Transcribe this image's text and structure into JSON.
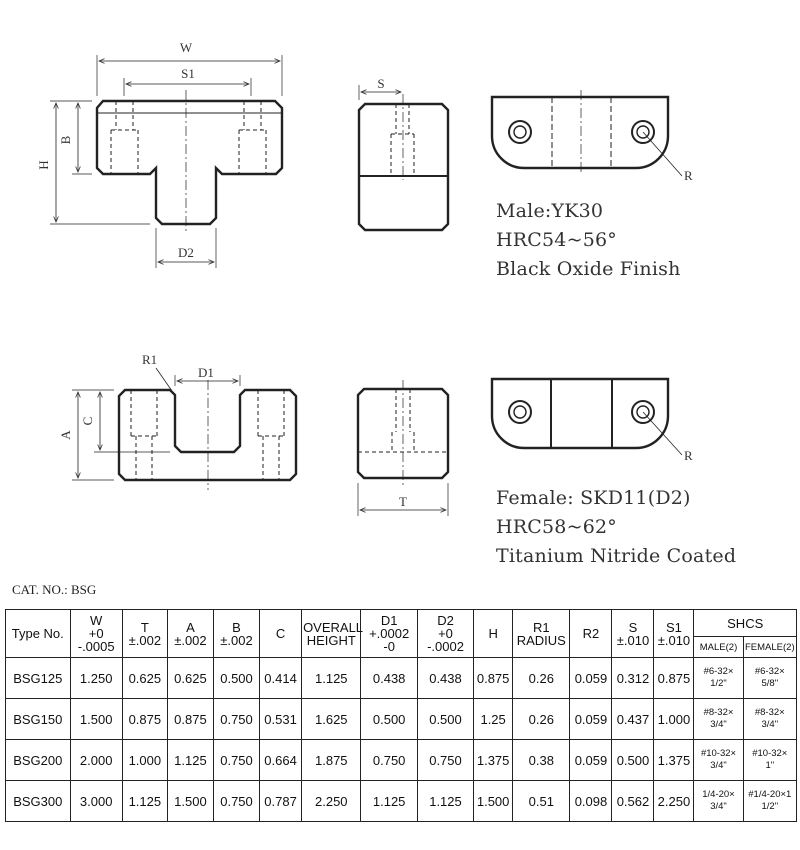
{
  "male": {
    "material": "Male:YK30",
    "hardness": "HRC54~56°",
    "finish": "Black Oxide Finish",
    "dims": {
      "w": "W",
      "s1": "S1",
      "b": "B",
      "h": "H",
      "d2": "D2",
      "s": "S",
      "r": "R"
    }
  },
  "female": {
    "material": "Female: SKD11(D2)",
    "hardness": "HRC58~62°",
    "finish": "Titanium Nitride Coated",
    "dims": {
      "r1": "R1",
      "d1": "D1",
      "c": "C",
      "a": "A",
      "t": "T",
      "r": "R"
    }
  },
  "catalog_label": "CAT. NO.: BSG",
  "table": {
    "headers": {
      "type_no": "Type No.",
      "w": [
        "W",
        "+0",
        "-.0005"
      ],
      "t": [
        "T",
        "±.002"
      ],
      "a": [
        "A",
        "±.002"
      ],
      "b": [
        "B",
        "±.002"
      ],
      "c": "C",
      "overall": [
        "OVERALL",
        "HEIGHT"
      ],
      "d1": [
        "D1",
        "+.0002",
        "-0"
      ],
      "d2": [
        "D2",
        "+0",
        "-.0002"
      ],
      "h": "H",
      "r1": [
        "R1",
        "RADIUS"
      ],
      "r2": "R2",
      "s": [
        "S",
        "±.010"
      ],
      "s1": [
        "S1",
        "±.010"
      ],
      "shcs": "SHCS",
      "male": "MALE(2)",
      "female": "FEMALE(2)"
    },
    "rows": [
      {
        "type": "BSG125",
        "w": "1.250",
        "t": "0.625",
        "a": "0.625",
        "b": "0.500",
        "c": "0.414",
        "overall": "1.125",
        "d1": "0.438",
        "d2": "0.438",
        "h": "0.875",
        "r1": "0.26",
        "r2": "0.059",
        "s": "0.312",
        "s1": "0.875",
        "male": [
          "#6-32×",
          "1/2\""
        ],
        "female": [
          "#6-32×",
          "5/8\""
        ]
      },
      {
        "type": "BSG150",
        "w": "1.500",
        "t": "0.875",
        "a": "0.875",
        "b": "0.750",
        "c": "0.531",
        "overall": "1.625",
        "d1": "0.500",
        "d2": "0.500",
        "h": "1.25",
        "r1": "0.26",
        "r2": "0.059",
        "s": "0.437",
        "s1": "1.000",
        "male": [
          "#8-32×",
          "3/4\""
        ],
        "female": [
          "#8-32×",
          "3/4\""
        ]
      },
      {
        "type": "BSG200",
        "w": "2.000",
        "t": "1.000",
        "a": "1.125",
        "b": "0.750",
        "c": "0.664",
        "overall": "1.875",
        "d1": "0.750",
        "d2": "0.750",
        "h": "1.375",
        "r1": "0.38",
        "r2": "0.059",
        "s": "0.500",
        "s1": "1.375",
        "male": [
          "#10-32×",
          "3/4\""
        ],
        "female": [
          "#10-32×",
          "1\""
        ]
      },
      {
        "type": "BSG300",
        "w": "3.000",
        "t": "1.125",
        "a": "1.500",
        "b": "0.750",
        "c": "0.787",
        "overall": "2.250",
        "d1": "1.125",
        "d2": "1.125",
        "h": "1.500",
        "r1": "0.51",
        "r2": "0.098",
        "s": "0.562",
        "s1": "2.250",
        "male": [
          "1/4-20×",
          "3/4\""
        ],
        "female": [
          "#1/4-20×1",
          "1/2\""
        ]
      }
    ]
  }
}
